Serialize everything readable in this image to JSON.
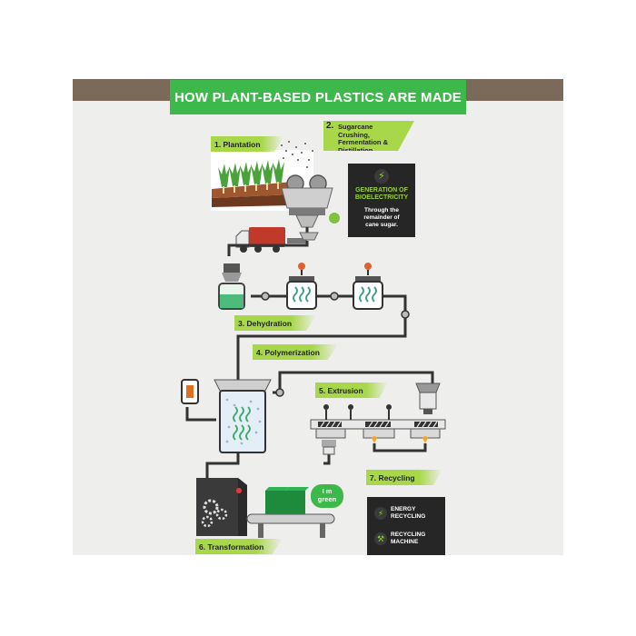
{
  "title": "HOW PLANT-BASED PLASTICS ARE MADE",
  "colors": {
    "accent": "#3db84a",
    "label_green": "#a8d84a",
    "header_brown": "#7b6a59",
    "dark_box": "#262626",
    "pipe": "#333333"
  },
  "steps": [
    {
      "label": "1. Plantation"
    },
    {
      "number": "2.",
      "label": "Sugarcane Crushing,\nFermentation &\nDistillation"
    },
    {
      "label": "3. Dehydration"
    },
    {
      "label": "4. Polymerization"
    },
    {
      "label": "5. Extrusion"
    },
    {
      "label": "6. Transformation"
    },
    {
      "label": "7. Recycling"
    }
  ],
  "bioelectricity": {
    "icon": "lightning-icon",
    "heading": "GENERATION OF\nBIOELECTRICITY",
    "text": "Through the\nremainder of\ncane sugar."
  },
  "recycling": {
    "items": [
      {
        "icon": "lightning-icon",
        "label": "ENERGY\nRECYCLING"
      },
      {
        "icon": "tools-icon",
        "label": "RECYCLING\nMACHINE"
      }
    ]
  },
  "bubble_text": "I m\ngreen"
}
